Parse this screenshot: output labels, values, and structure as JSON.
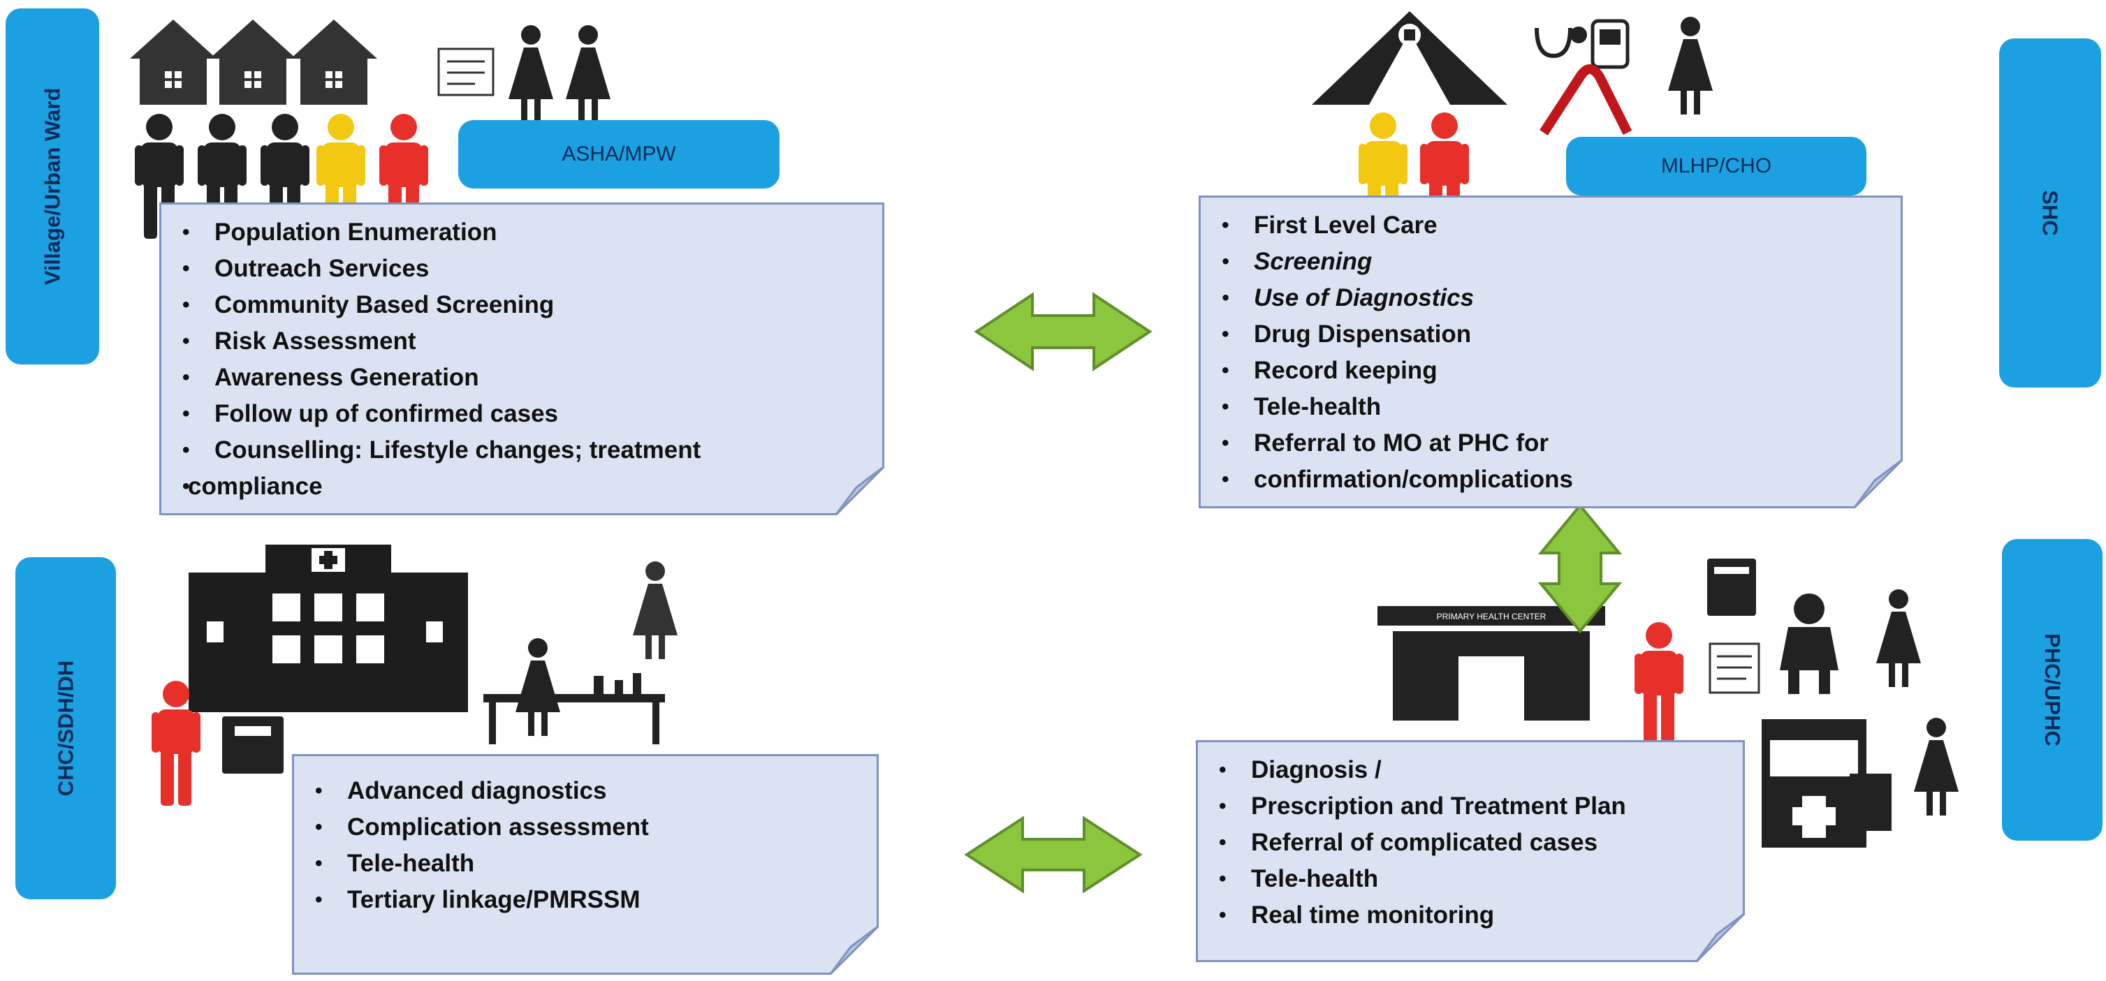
{
  "tabs": {
    "village": "Village/Urban Ward",
    "shc": "SHC",
    "chc": "CHC/SDH/DH",
    "phc": "PHC/UPHC"
  },
  "roles": {
    "asha": "ASHA/MPW",
    "mlhp": "MLHP/CHO"
  },
  "village_list": [
    "Population Enumeration",
    "Outreach Services",
    "Community Based Screening",
    "Risk Assessment",
    "Awareness Generation",
    "Follow up of confirmed cases",
    "Counselling: Lifestyle changes; treatment",
    "compliance"
  ],
  "shc_list": [
    "First Level Care",
    "Screening",
    "Use of Diagnostics",
    "Drug Dispensation",
    "Record keeping",
    "Tele-health",
    "Referral to MO at PHC for",
    "confirmation/complications"
  ],
  "chc_list": [
    "Advanced diagnostics",
    "Complication assessment",
    "Tele-health",
    " Tertiary linkage/PMRSSM"
  ],
  "phc_list": [
    "Diagnosis /",
    " Prescription and Treatment Plan",
    "Referral of complicated cases",
    "Tele-health",
    "Real time monitoring"
  ],
  "phc_sign": "PRIMARY HEALTH CENTER",
  "colors": {
    "tab_blue": "#1ba1e2",
    "note_fill": "#dbe3f3",
    "arrow_green": "#8cc63f",
    "figure_black": "#222222",
    "figure_yellow": "#f2c811",
    "figure_red": "#e8302a"
  },
  "icons": [
    "house-icon",
    "person-icon",
    "hospital-icon",
    "clinic-icon",
    "tent-icon",
    "stethoscope-icon",
    "ribbon-icon",
    "doctor-icon",
    "scale-icon",
    "document-icon",
    "book-icon"
  ]
}
